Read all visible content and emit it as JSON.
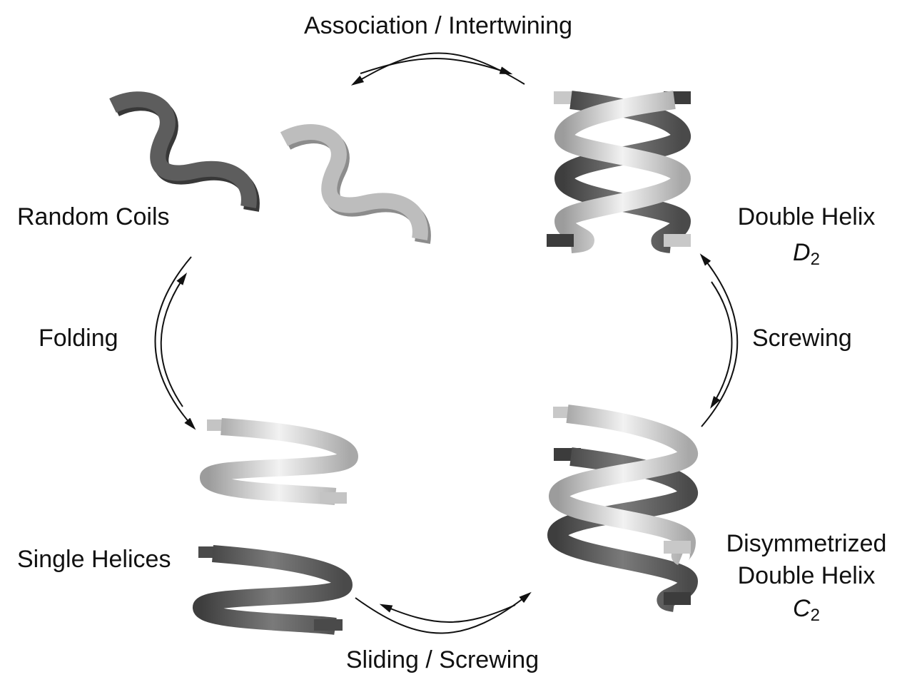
{
  "labels": {
    "association": "Association / Intertwining",
    "random_coils": "Random Coils",
    "double_helix": "Double Helix",
    "double_helix_symbol": "D",
    "double_helix_sub": "2",
    "folding": "Folding",
    "screwing": "Screwing",
    "single_helices": "Single Helices",
    "disym_line1": "Disymmetrized",
    "disym_line2": "Double Helix",
    "disym_symbol": "C",
    "disym_sub": "2",
    "sliding": "Sliding / Screwing"
  },
  "colors": {
    "dark_strand": "#5a5a5a",
    "light_strand": "#bdbdbd",
    "arrow": "#111111",
    "text": "#111111"
  }
}
